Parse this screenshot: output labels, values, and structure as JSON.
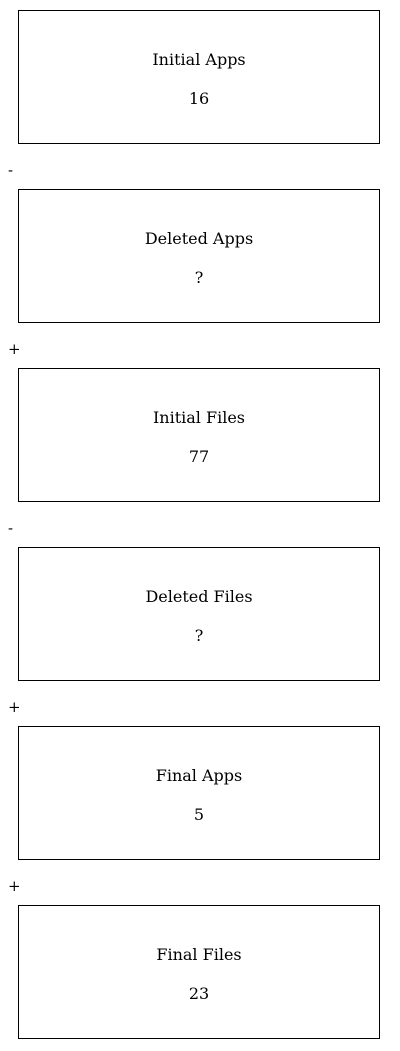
{
  "boxes": [
    {
      "label": "Initial Apps",
      "value": "16"
    },
    {
      "label": "Deleted Apps",
      "value": "?"
    },
    {
      "label": "Initial Files",
      "value": "77"
    },
    {
      "label": "Deleted Files",
      "value": "?"
    },
    {
      "label": "Final Apps",
      "value": "5"
    },
    {
      "label": "Final Files",
      "value": "23"
    }
  ],
  "operators": [
    "-",
    "+",
    "-",
    "+",
    "+"
  ]
}
